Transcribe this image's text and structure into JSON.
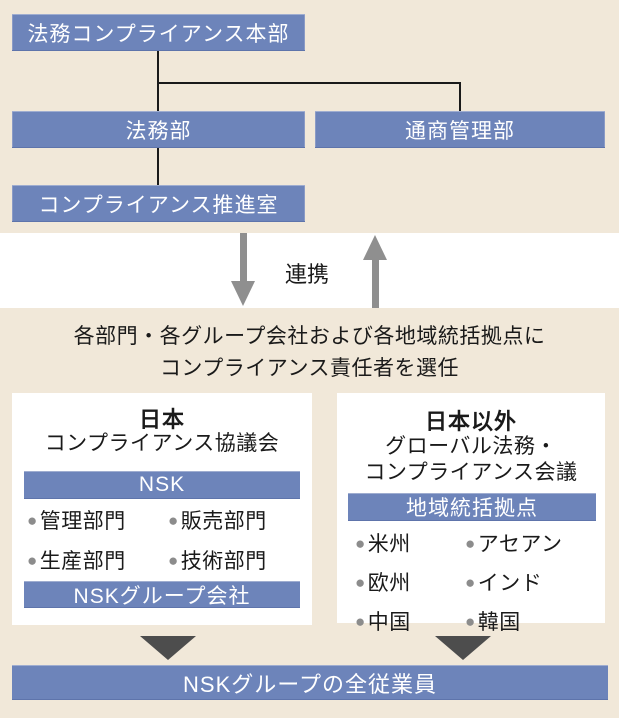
{
  "colors": {
    "background": "#f1e8d9",
    "panel_white": "#ffffff",
    "box_blue": "#6d84ba",
    "text_white": "#ffffff",
    "text_dark": "#1a1a1a",
    "connector_black": "#1a1a1a",
    "arrow_gray": "#8f8f8f",
    "triangle_dark_gray": "#4d4d4d",
    "bullet_gray": "#8c8c8c"
  },
  "bullet_glyph": "●",
  "top_chart": {
    "headquarters": "法務コンプライアンス本部",
    "legal_department": "法務部",
    "trade_control_department": "通商管理部",
    "compliance_promotion_office": "コンプライアンス推進室"
  },
  "linkage_label": "連携",
  "appointment_note": {
    "line1": "各部門・各グループ会社および各地域統括拠点に",
    "line2": "コンプライアンス責任者を選任"
  },
  "japan_panel": {
    "heading": "日本",
    "subheading": "コンプライアンス協議会",
    "nsk_bar_label": "NSK",
    "divisions": [
      "管理部門",
      "販売部門",
      "生産部門",
      "技術部門"
    ],
    "group_bar_label": "NSKグループ会社"
  },
  "overseas_panel": {
    "heading": "日本以外",
    "subheading_line1": "グローバル法務・",
    "subheading_line2": "コンプライアンス会議",
    "hub_bar_label": "地域統括拠点",
    "regions": [
      "米州",
      "アセアン",
      "欧州",
      "インド",
      "中国",
      "韓国"
    ]
  },
  "footer_label": "NSKグループの全従業員"
}
